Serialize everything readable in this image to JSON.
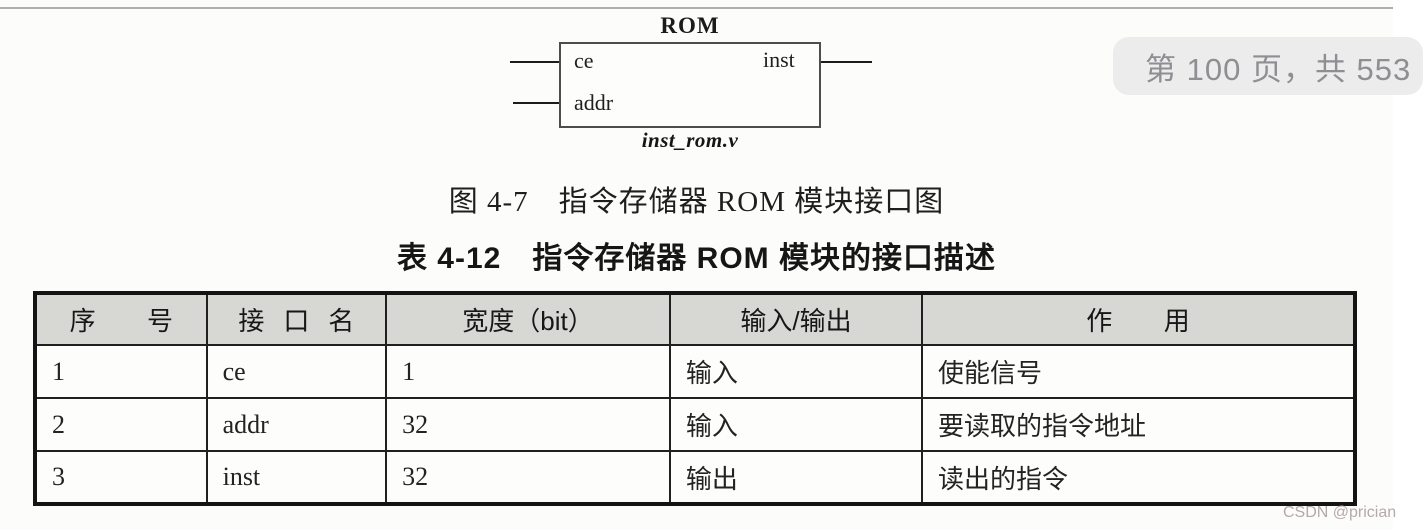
{
  "page": {
    "badge_text": "第 100 页，共 553",
    "watermark": "CSDN @prician"
  },
  "diagram": {
    "module_name": "ROM",
    "file_label": "inst_rom.v",
    "ports": {
      "in1": "ce",
      "in2": "addr",
      "out1": "inst"
    }
  },
  "figure_caption": "图 4-7　指令存储器 ROM 模块接口图",
  "table_caption": "表 4-12　指令存储器 ROM 模块的接口描述",
  "table": {
    "headers": [
      "序 号",
      "接 口 名",
      "宽度（bit）",
      "输入/输出",
      "作 用"
    ],
    "rows": [
      [
        "1",
        "ce",
        "1",
        "输入",
        "使能信号"
      ],
      [
        "2",
        "addr",
        "32",
        "输入",
        "要读取的指令地址"
      ],
      [
        "3",
        "inst",
        "32",
        "输出",
        "读出的指令"
      ]
    ]
  },
  "colors": {
    "table_header_bg": "#d7d7d3",
    "badge_bg": "#ececec",
    "badge_text": "#8e8e93",
    "watermark": "#b5a9a9"
  }
}
